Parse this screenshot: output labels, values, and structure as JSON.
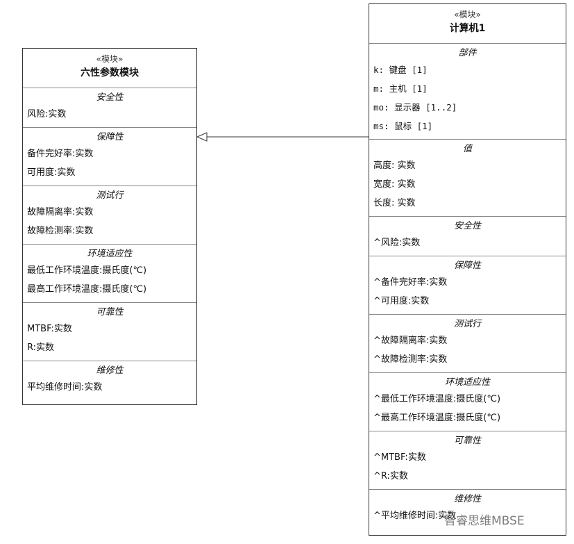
{
  "left_block": {
    "stereotype": "«模块»",
    "name": "六性参数模块",
    "sections": [
      {
        "title": "安全性",
        "items": [
          "风险:实数"
        ]
      },
      {
        "title": "保障性",
        "items": [
          "备件完好率:实数",
          "可用度:实数"
        ]
      },
      {
        "title": "测试行",
        "items": [
          "故障隔离率:实数",
          "故障检测率:实数"
        ]
      },
      {
        "title": "环境适应性",
        "items": [
          "最低工作环境温度:摄氏度(℃)",
          "最高工作环境温度:摄氏度(℃)"
        ]
      },
      {
        "title": "可靠性",
        "items": [
          "MTBF:实数",
          "R:实数"
        ]
      },
      {
        "title": "维修性",
        "items": [
          "平均维修时间:实数"
        ]
      }
    ]
  },
  "right_block": {
    "stereotype": "«模块»",
    "name": "计算机1",
    "sections": [
      {
        "title": "部件",
        "items": [
          "k: 键盘 [1]",
          "m: 主机 [1]",
          "mo: 显示器 [1..2]",
          "ms: 鼠标 [1]"
        ]
      },
      {
        "title": "值",
        "items": [
          "高度: 实数",
          "宽度: 实数",
          "长度: 实数"
        ]
      },
      {
        "title": "安全性",
        "items": [
          "^风险:实数"
        ]
      },
      {
        "title": "保障性",
        "items": [
          "^备件完好率:实数",
          "^可用度:实数"
        ]
      },
      {
        "title": "测试行",
        "items": [
          "^故障隔离率:实数",
          "^故障检测率:实数"
        ]
      },
      {
        "title": "环境适应性",
        "items": [
          "^最低工作环境温度:摄氏度(℃)",
          "^最高工作环境温度:摄氏度(℃)"
        ]
      },
      {
        "title": "可靠性",
        "items": [
          "^MTBF:实数",
          "^R:实数"
        ]
      },
      {
        "title": "维修性",
        "items": [
          "^平均维修时间:实数"
        ]
      }
    ]
  },
  "connector": {
    "type": "generalization"
  },
  "watermark": "智睿思维MBSE"
}
